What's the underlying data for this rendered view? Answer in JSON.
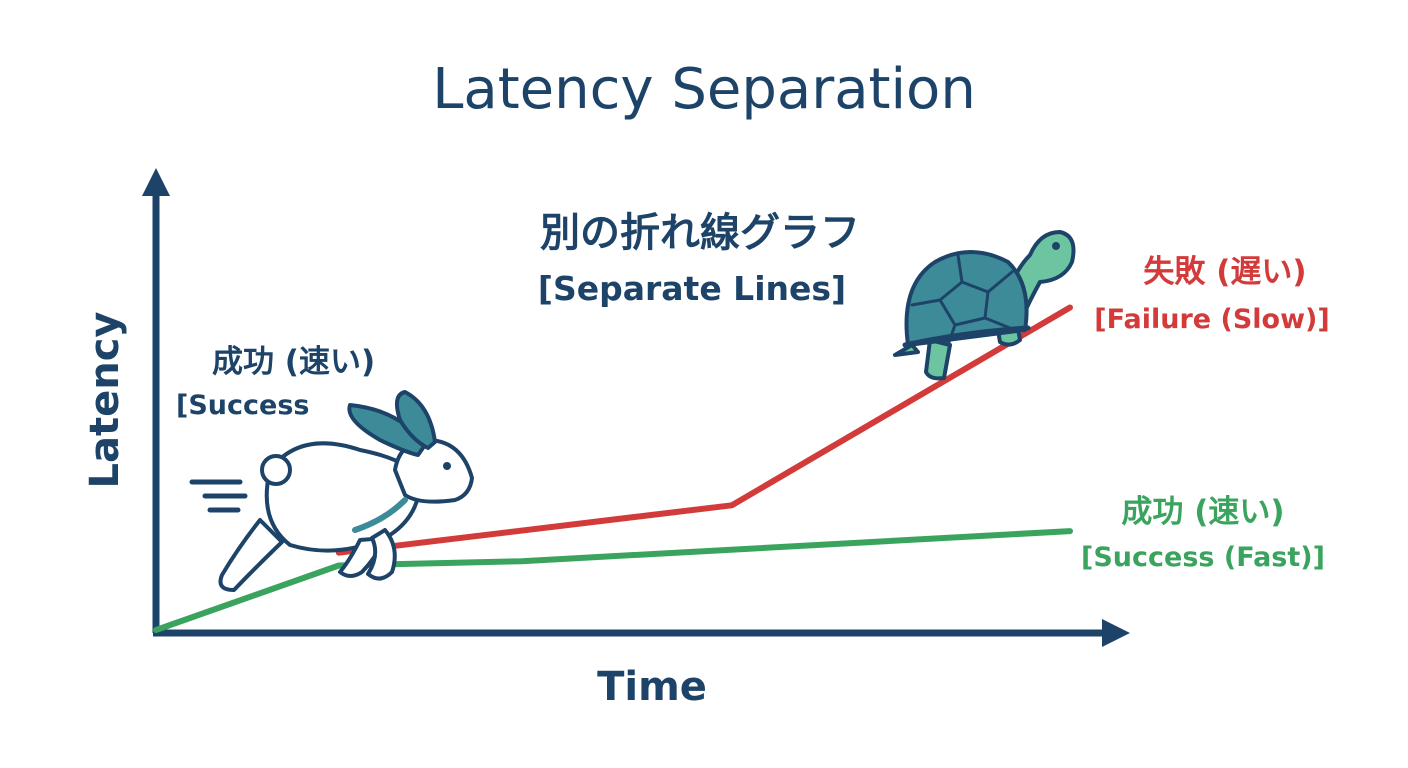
{
  "colors": {
    "navy": "#1d4468",
    "success": "#3aa45e",
    "failure": "#d33b3b",
    "teal": "#3d8a98",
    "mint": "#6cc4a0"
  },
  "chart_data": {
    "type": "line",
    "title": "Latency Separation",
    "subtitle_jp": "別の折れ線グラフ",
    "subtitle_en": "[Separate Lines]",
    "xlabel": "Time",
    "ylabel": "Latency",
    "xlim": [
      0,
      10
    ],
    "ylim": [
      0,
      10
    ],
    "grid": false,
    "series": [
      {
        "key": "success",
        "x": [
          0,
          2,
          4,
          10
        ],
        "y": [
          0,
          1.5,
          1.6,
          2.3
        ],
        "label_jp": "成功 (速い)",
        "label_en": "[Success (Fast)]"
      },
      {
        "key": "failure",
        "x": [
          2,
          6.3,
          10
        ],
        "y": [
          1.8,
          2.9,
          7.5
        ],
        "label_jp": "失敗 (遅い)",
        "label_en": "[Failure (Slow)]"
      }
    ],
    "annotations": [
      {
        "text_jp": "成功 (速い)",
        "text_en": "[Success",
        "icon": "rabbit-icon"
      },
      {
        "icon": "turtle-icon"
      }
    ]
  }
}
